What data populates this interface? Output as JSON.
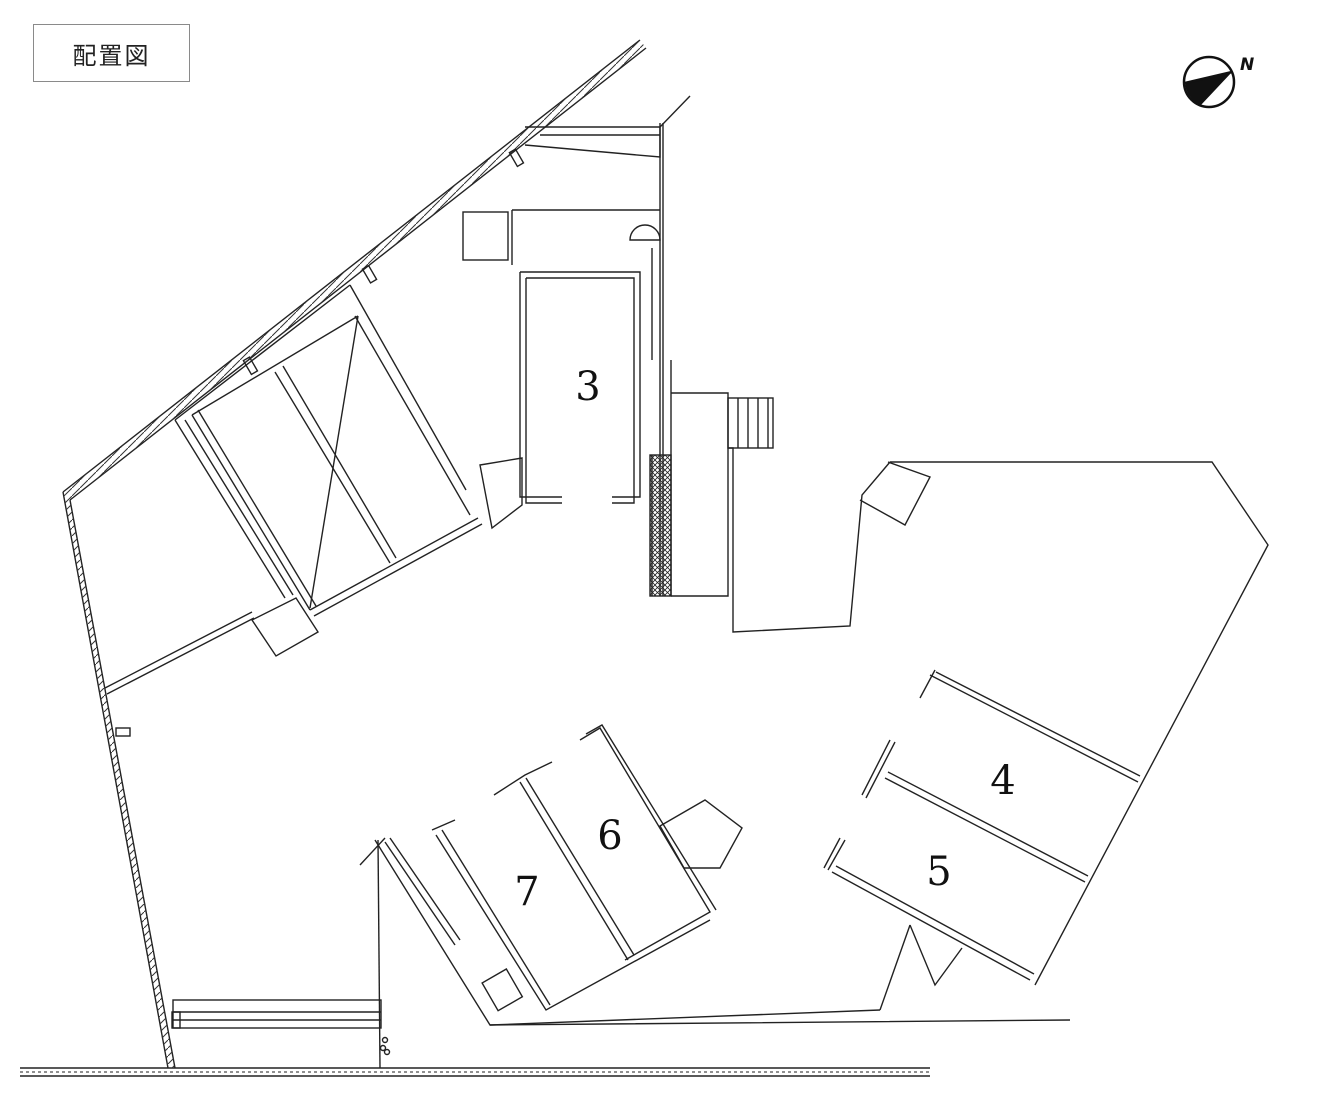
{
  "title": "配置図",
  "compass": {
    "letter": "N",
    "icon": "north-arrow-icon"
  },
  "spaces": [
    {
      "id": "3",
      "label": "3"
    },
    {
      "id": "4",
      "label": "4"
    },
    {
      "id": "5",
      "label": "5"
    },
    {
      "id": "6",
      "label": "6"
    },
    {
      "id": "7",
      "label": "7"
    }
  ],
  "colors": {
    "line": "#222222",
    "background": "#ffffff",
    "title_border": "#8a8a8a"
  }
}
